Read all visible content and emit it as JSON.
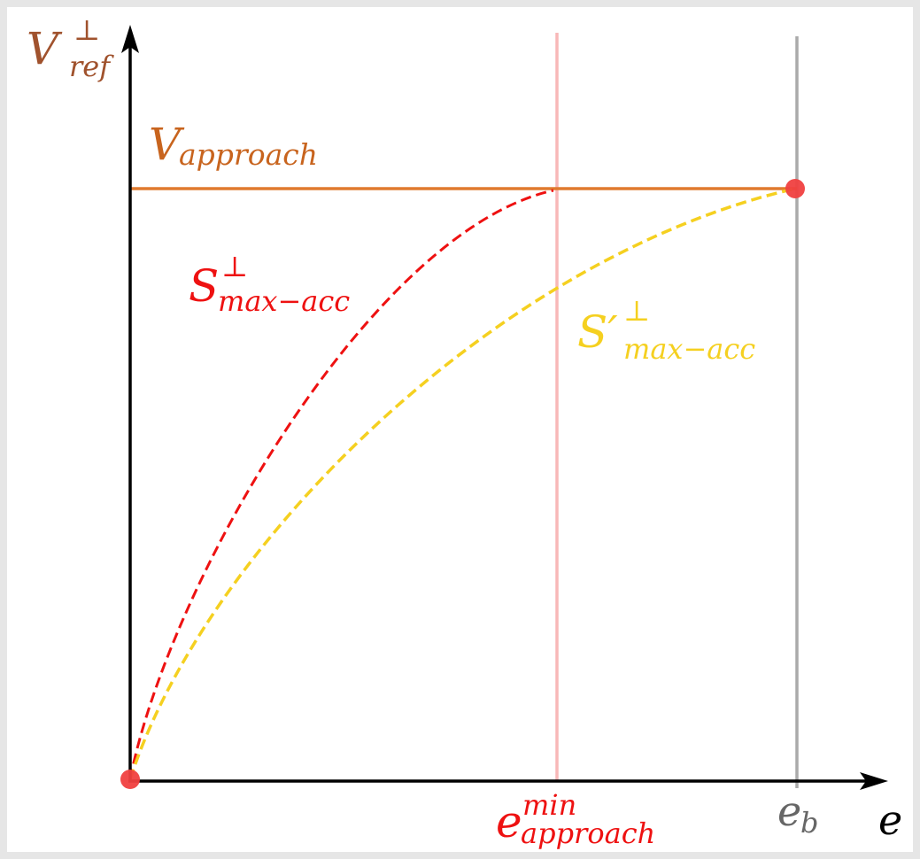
{
  "labels": {
    "y_axis_main": "V",
    "y_axis_sup": "⊥",
    "y_axis_sub": "ref",
    "x_axis": "e",
    "v_approach_main": "V",
    "v_approach_sub": "approach",
    "s_main": "S",
    "s_sup": "⊥",
    "s_sub": "max−acc",
    "s_prime_main": "S′",
    "s_prime_sup": "⊥",
    "s_prime_sub": "max−acc",
    "e_min_main": "e",
    "e_min_sup": "min",
    "e_min_sub": "approach",
    "e_b_main": "e",
    "e_b_sub": "b"
  },
  "colors": {
    "axis": "#000000",
    "y_axis_label": "#a0522d",
    "v_approach": "#e07a2e",
    "v_approach_label": "#c8641e",
    "s_curve": "#ee1111",
    "s_prime_curve": "#f5d020",
    "e_min_line": "#f8b8b8",
    "e_b_line": "#aaaaaa",
    "e_b_label": "#666666",
    "point": "#f04040"
  }
}
